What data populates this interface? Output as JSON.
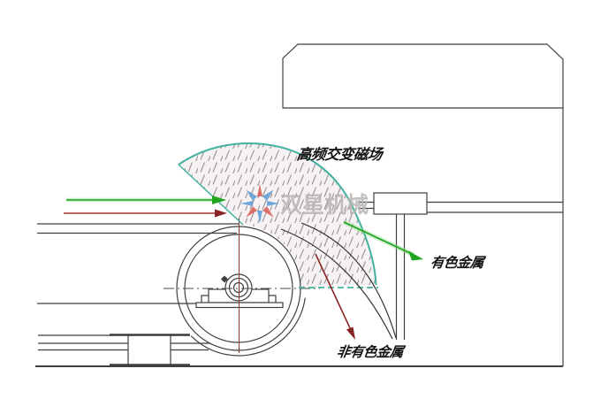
{
  "labels": {
    "field": "高频交变磁场",
    "nonferrous": "有色金属",
    "non_nonferrous": "非有色金属"
  },
  "watermark": {
    "brand": "双星机械"
  },
  "colors": {
    "teal_border": "#45b2a1",
    "green_arrow": "#1ea41e",
    "green_glow": "#90dc90",
    "red_arrow": "#a63434",
    "dark_red_arrow": "#892424",
    "drawing_line": "#3f3f3f",
    "center_line_red": "#8b3535",
    "hatch_dash": "#9a9396",
    "hatch_bg": "#f6f1f2",
    "watermark_text": "#b8b4b4",
    "logo_blue": "#5b9bd5",
    "logo_red": "#d85a52"
  },
  "icons": {
    "feed_arrow_green": "green-right-arrow",
    "feed_arrow_red": "red-right-arrow",
    "nonferrous_arrow": "green-diagonal-arrow",
    "non_nonferrous_arrow": "dark-red-diagonal-arrow",
    "brand_star": "pinwheel-star-logo"
  }
}
